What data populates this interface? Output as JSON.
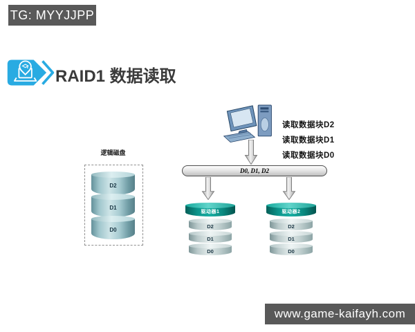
{
  "watermarks": {
    "tg_badge": "TG: MYYJJPP",
    "site_badge": "www.game-kaifayh.com"
  },
  "header": {
    "title": "RAID1 数据读取",
    "icon": "laptop-pin-badge-icon"
  },
  "diagram": {
    "logical_disk": {
      "label": "逻辑磁盘",
      "blocks": [
        "D2",
        "D1",
        "D0"
      ]
    },
    "computer_icon": "desktop-computer",
    "read_requests": [
      "读取数据块D2",
      "读取数据块D1",
      "读取数据块D0"
    ],
    "bus_label": "D0, D1, D2",
    "drives": [
      {
        "name": "驱动器1",
        "blocks": [
          "D2",
          "D1",
          "D0"
        ]
      },
      {
        "name": "驱动器2",
        "blocks": [
          "D2",
          "D1",
          "D0"
        ]
      }
    ]
  },
  "colors": {
    "accent_cyan": "#29ABE2",
    "watermark_gray": "#595959",
    "drive_header_teal": "#0D968C",
    "cylinder_body": "#B9C9CA",
    "title_text": "#3A3A3A"
  }
}
